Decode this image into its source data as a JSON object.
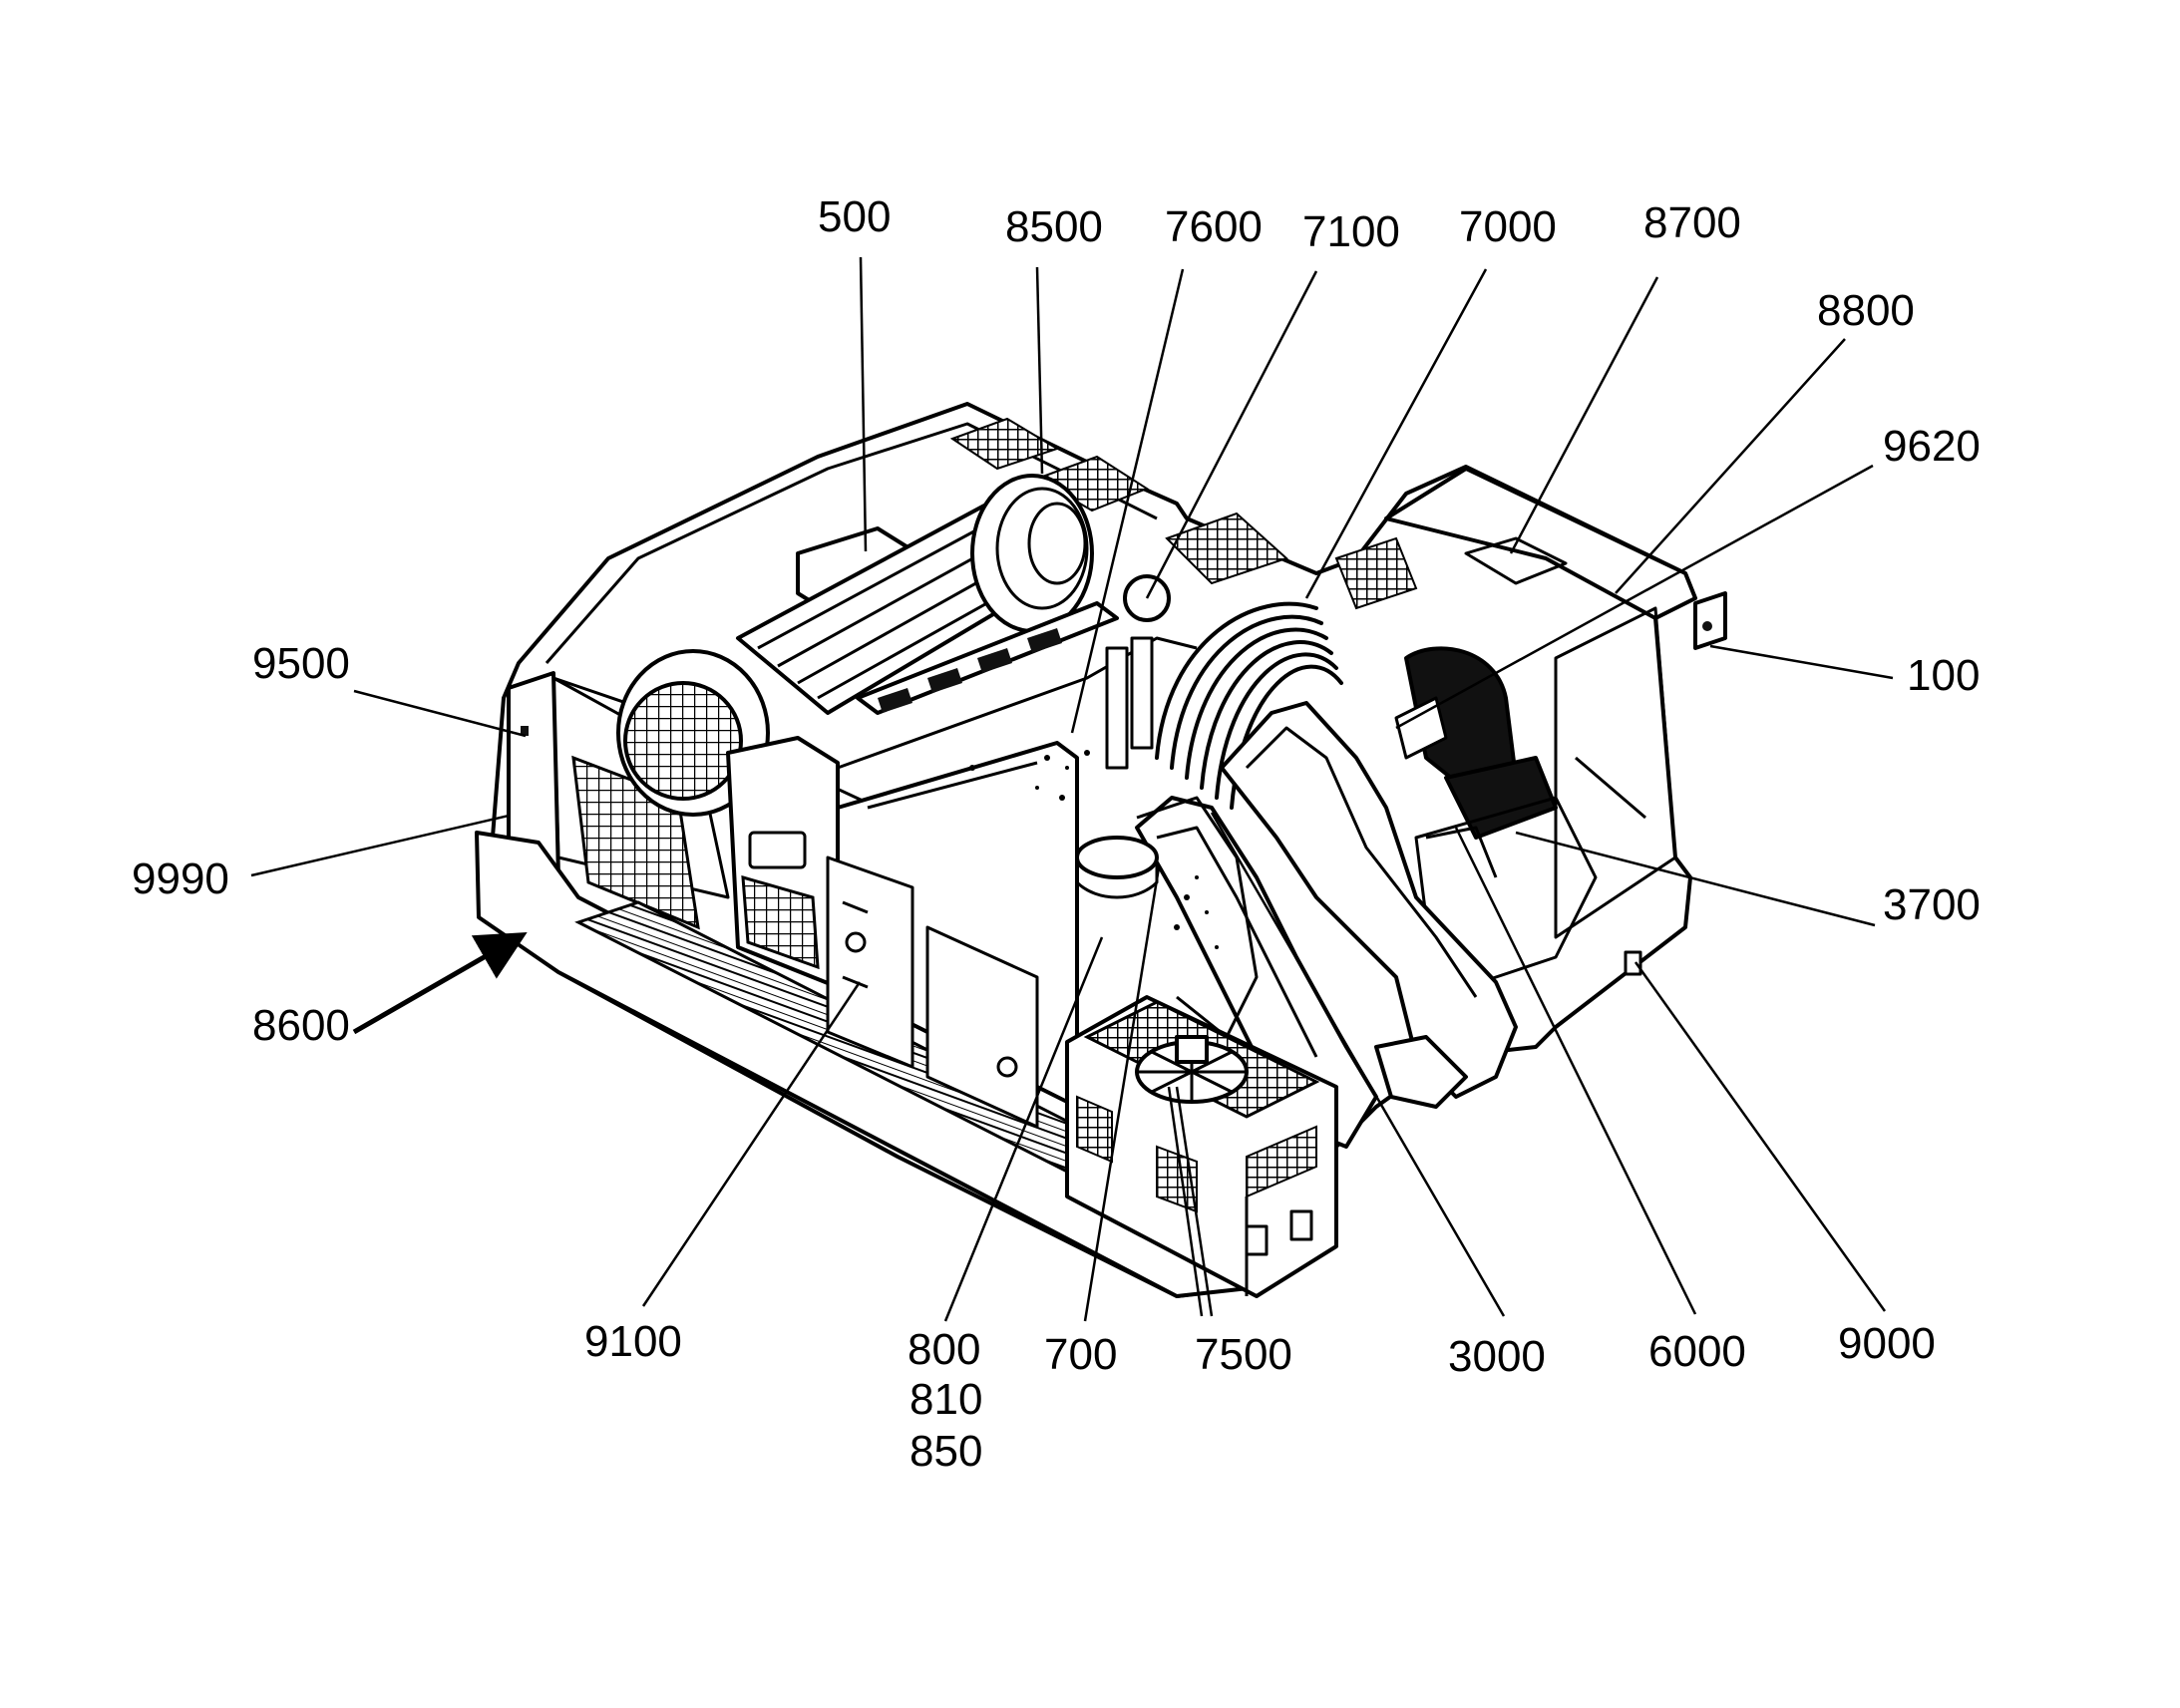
{
  "figure": {
    "labels": [
      {
        "id": "label-500",
        "text": "500"
      },
      {
        "id": "label-8500",
        "text": "8500"
      },
      {
        "id": "label-7600",
        "text": "7600"
      },
      {
        "id": "label-7100",
        "text": "7100"
      },
      {
        "id": "label-7000",
        "text": "7000"
      },
      {
        "id": "label-8700",
        "text": "8700"
      },
      {
        "id": "label-8800",
        "text": "8800"
      },
      {
        "id": "label-9620",
        "text": "9620"
      },
      {
        "id": "label-100",
        "text": "100"
      },
      {
        "id": "label-9500",
        "text": "9500"
      },
      {
        "id": "label-9990",
        "text": "9990"
      },
      {
        "id": "label-8600",
        "text": "8600"
      },
      {
        "id": "label-3700",
        "text": "3700"
      },
      {
        "id": "label-9100",
        "text": "9100"
      },
      {
        "id": "label-800",
        "text": "800"
      },
      {
        "id": "label-810",
        "text": "810"
      },
      {
        "id": "label-850",
        "text": "850"
      },
      {
        "id": "label-700",
        "text": "700"
      },
      {
        "id": "label-7500",
        "text": "7500"
      },
      {
        "id": "label-3000",
        "text": "3000"
      },
      {
        "id": "label-6000",
        "text": "6000"
      },
      {
        "id": "label-9000",
        "text": "9000"
      }
    ]
  }
}
